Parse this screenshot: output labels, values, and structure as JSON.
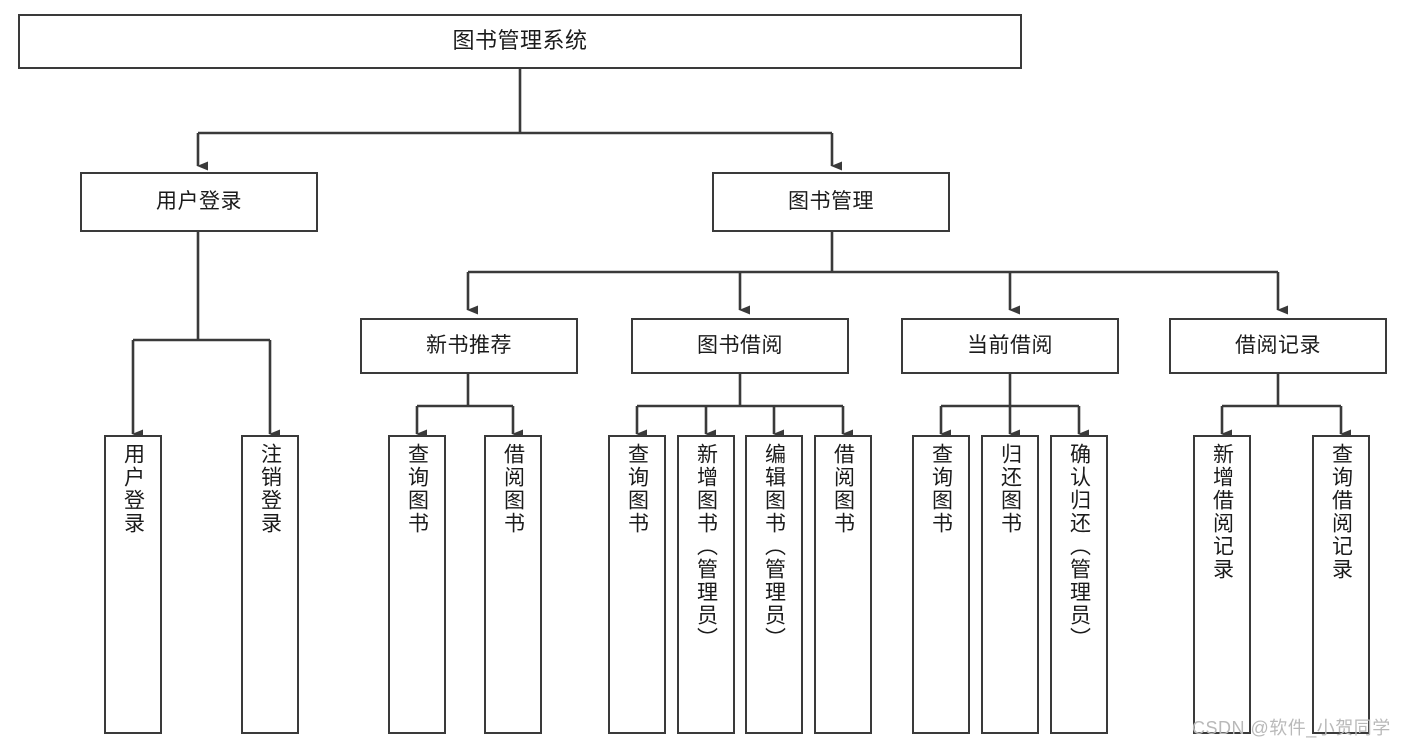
{
  "diagram": {
    "title": "图书管理系统",
    "type": "tree-hierarchy",
    "watermark": "CSDN @软件_小贺同学",
    "colors": {
      "box_border": "#3a3a3a",
      "box_fill": "#ffffff",
      "connector": "#3a3a3a",
      "text": "#1b1b1b",
      "watermark": "#b9b9b9"
    },
    "root": {
      "label": "图书管理系统"
    },
    "level2": [
      {
        "id": "user-login",
        "label": "用户登录"
      },
      {
        "id": "book-manage",
        "label": "图书管理"
      }
    ],
    "level3": [
      {
        "id": "new-book-recommend",
        "label": "新书推荐"
      },
      {
        "id": "book-borrow",
        "label": "图书借阅"
      },
      {
        "id": "current-borrow",
        "label": "当前借阅"
      },
      {
        "id": "borrow-record",
        "label": "借阅记录"
      }
    ],
    "leaves": {
      "user_login": [
        {
          "id": "leaf-user-login",
          "label": "用户登录"
        },
        {
          "id": "leaf-logout-login",
          "label": "注销登录"
        }
      ],
      "new_book_recommend": [
        {
          "id": "leaf-query-book-1",
          "label": "查询图书"
        },
        {
          "id": "leaf-borrow-book-1",
          "label": "借阅图书"
        }
      ],
      "book_borrow": [
        {
          "id": "leaf-query-book-2",
          "label": "查询图书"
        },
        {
          "id": "leaf-add-book",
          "label": "新增图书（管理员）"
        },
        {
          "id": "leaf-edit-book",
          "label": "编辑图书（管理员）"
        },
        {
          "id": "leaf-borrow-book-2",
          "label": "借阅图书"
        }
      ],
      "current_borrow": [
        {
          "id": "leaf-query-book-3",
          "label": "查询图书"
        },
        {
          "id": "leaf-return-book",
          "label": "归还图书"
        },
        {
          "id": "leaf-confirm-return",
          "label": "确认归还（管理员）"
        }
      ],
      "borrow_record": [
        {
          "id": "leaf-add-record",
          "label": "新增借阅记录"
        },
        {
          "id": "leaf-query-record",
          "label": "查询借阅记录"
        }
      ]
    }
  }
}
